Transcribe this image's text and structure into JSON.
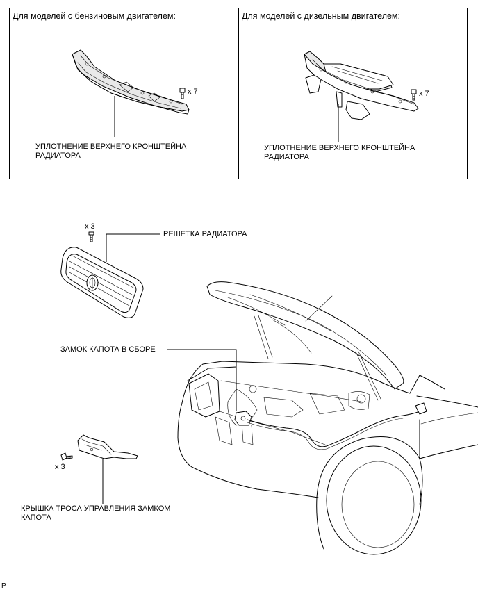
{
  "panels": {
    "gasoline": {
      "header": "Для моделей с бензиновым двигателем:",
      "part_label_line1": "УПЛОТНЕНИЕ ВЕРХНЕГО КРОНШТЕЙНА",
      "part_label_line2": "РАДИАТОРА",
      "bolt_count": "x 7"
    },
    "diesel": {
      "header": "Для моделей с дизельным двигателем:",
      "part_label_line1": "УПЛОТНЕНИЕ ВЕРХНЕГО КРОНШТЕЙНА",
      "part_label_line2": "РАДИАТОРА",
      "bolt_count": "x 7"
    }
  },
  "main": {
    "grille": {
      "label": "РЕШЕТКА РАДИАТОРА",
      "bolt_count": "x 3"
    },
    "hood_lock": {
      "label": "ЗАМОК КАПОТА В СБОРЕ"
    },
    "cable_cover": {
      "label_line1": "КРЫШКА ТРОСА УПРАВЛЕНИЯ ЗАМКОМ",
      "label_line2": "КАПОТА",
      "bolt_count": "x 3"
    }
  },
  "footer_code": "P"
}
